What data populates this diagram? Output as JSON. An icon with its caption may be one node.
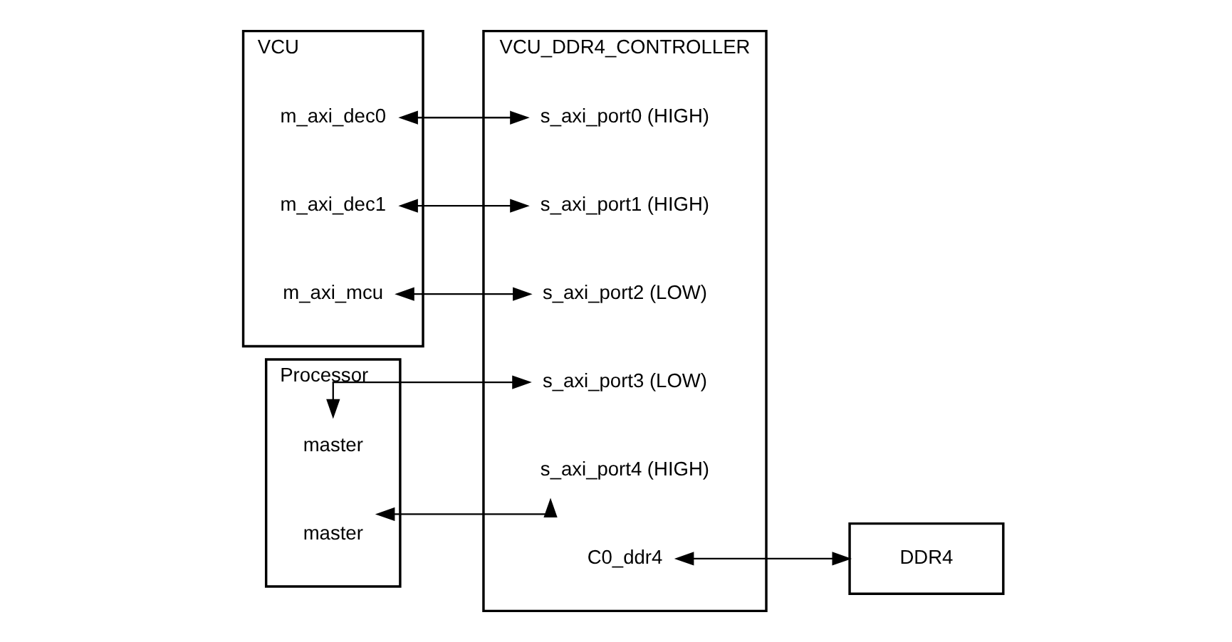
{
  "diagram": {
    "nodes": [
      {
        "text": [
          "VCU"
        ]
      },
      {
        "text": [
          "m_axi_dec0"
        ],
        "in": 0
      },
      {
        "text": [
          "m_axi_dec1"
        ],
        "in": 0
      },
      {
        "text": [
          "m_axi_mcu"
        ],
        "in": 0
      },
      {
        "text": [
          "Processor"
        ]
      },
      {
        "text": [
          "master"
        ],
        "in": 4
      },
      {
        "text": [
          "master"
        ],
        "in": 4
      },
      {
        "text": [
          "VCU_DDR4_CONTROLLER"
        ]
      },
      {
        "text": [
          "s_axi_port0 (HIGH)"
        ],
        "in": 7
      },
      {
        "text": [
          "s_axi_port1 (HIGH)"
        ],
        "in": 7
      },
      {
        "text": [
          "s_axi_port2 (LOW)"
        ],
        "in": 7
      },
      {
        "text": [
          "s_axi_port3 (LOW)"
        ],
        "in": 7
      },
      {
        "text": [
          "s_axi_port4 (HIGH)"
        ],
        "in": 7
      },
      {
        "text": [
          "C0_ddr4"
        ],
        "in": 7
      },
      {
        "text": [
          "DDR4"
        ]
      }
    ],
    "edges": [
      {
        "from": 1,
        "to": 8,
        "arrow": "both"
      },
      {
        "from": 2,
        "to": 9,
        "arrow": "both"
      },
      {
        "from": 3,
        "to": 10,
        "arrow": "both"
      },
      {
        "from": 5,
        "to": 11,
        "arrow": "both"
      },
      {
        "from": 6,
        "to": 12,
        "arrow": "both"
      },
      {
        "from": 13,
        "to": 14,
        "arrow": "both"
      }
    ]
  }
}
